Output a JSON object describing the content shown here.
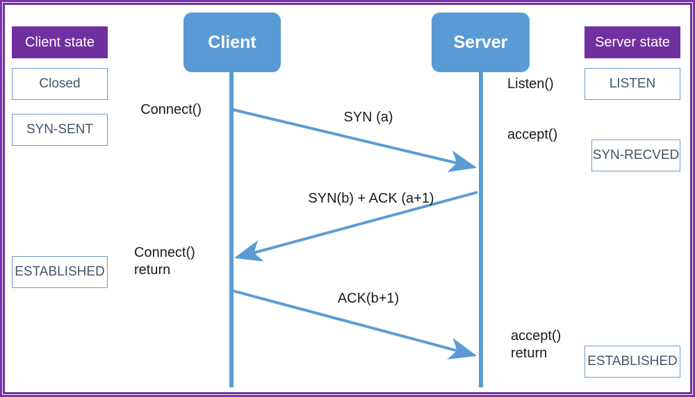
{
  "diagram": {
    "title_semantic": "tcp-three-way-handshake-sequence-diagram",
    "colors": {
      "frame_purple": "#7030A0",
      "frame_purple_light": "#7B2FB5",
      "node_blue": "#5B9BD5",
      "state_text": "#44546A",
      "state_border": "#6E9BC5",
      "label_text": "#1a1a1a"
    }
  },
  "client_column": {
    "header": "Client state",
    "states": [
      {
        "label": "Closed"
      },
      {
        "label": "SYN-SENT"
      },
      {
        "label": "ESTABLISHED"
      }
    ]
  },
  "server_column": {
    "header": "Server state",
    "states": [
      {
        "label": "LISTEN"
      },
      {
        "label": "SYN-RECVED"
      },
      {
        "label": "ESTABLISHED"
      }
    ]
  },
  "nodes": {
    "client": "Client",
    "server": "Server"
  },
  "client_calls": [
    {
      "label": "Connect()"
    },
    {
      "label": "Connect()\nreturn"
    }
  ],
  "server_calls": [
    {
      "label": "Listen()"
    },
    {
      "label": "accept()"
    },
    {
      "label": "accept()\nreturn"
    }
  ],
  "messages": [
    {
      "label": "SYN (a)",
      "direction": "client-to-server"
    },
    {
      "label": "SYN(b) + ACK (a+1)",
      "direction": "server-to-client"
    },
    {
      "label": "ACK(b+1)",
      "direction": "client-to-server"
    }
  ]
}
